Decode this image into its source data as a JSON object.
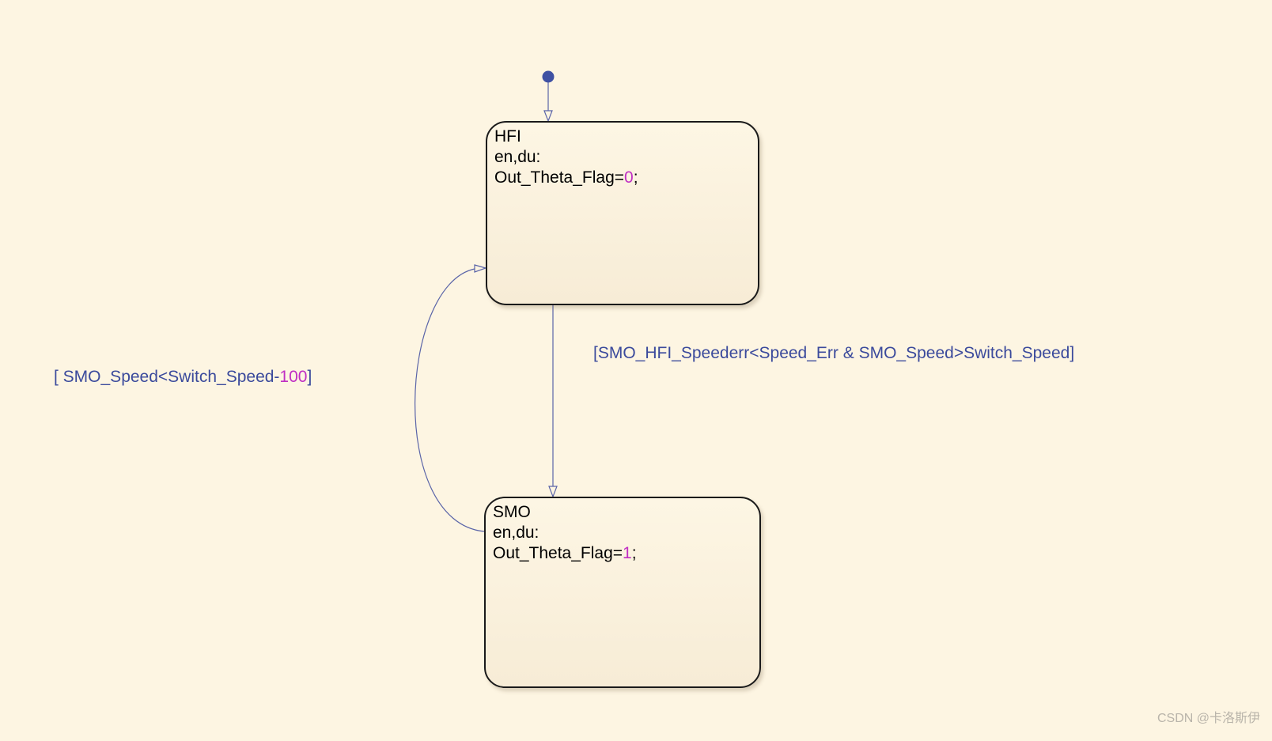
{
  "states": [
    {
      "id": "hfi",
      "name": "HFI",
      "action_header": "en,du:",
      "action_prefix": "Out_Theta_Flag=",
      "action_value": "0",
      "action_suffix": ";"
    },
    {
      "id": "smo",
      "name": "SMO",
      "action_header": "en,du:",
      "action_prefix": "Out_Theta_Flag=",
      "action_value": "1",
      "action_suffix": ";"
    }
  ],
  "transitions": [
    {
      "from": "HFI",
      "to": "SMO",
      "guard": "[SMO_HFI_Speederr<Speed_Err & SMO_Speed>Switch_Speed]"
    },
    {
      "from": "SMO",
      "to": "HFI",
      "guard_prefix": "[ SMO_Speed<Switch_Speed-",
      "guard_number": "100",
      "guard_suffix": "]"
    }
  ],
  "default_transition": {
    "to": "HFI"
  },
  "colors": {
    "background": "#fdf5e2",
    "transition": "#5a64a8",
    "default_dot": "#3f51a3",
    "guard_text": "#3b4a9c",
    "number": "#c02fc4",
    "state_border": "#1a1a1a"
  },
  "watermark": "CSDN @卡洛斯伊"
}
